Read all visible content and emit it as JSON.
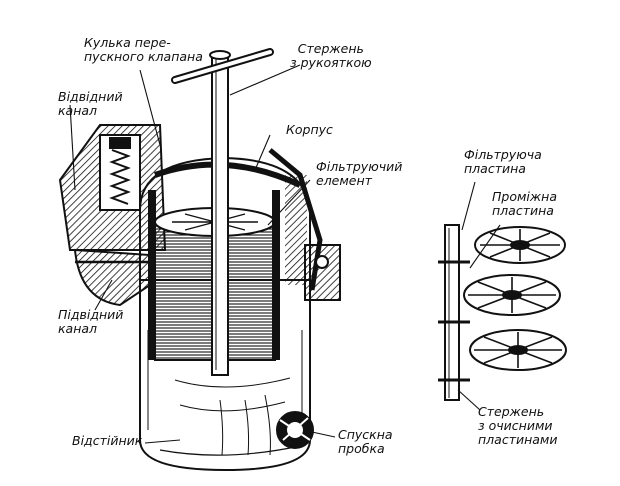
{
  "labels": {
    "ball_valve": [
      "Кулька пере-",
      "пускного клапана"
    ],
    "rod_handle": [
      "Стержень",
      "з рукояткою"
    ],
    "outlet": [
      "Відвідний",
      "канал"
    ],
    "housing": [
      "Корпус"
    ],
    "filter_element": [
      "Фільтруючий",
      "елемент"
    ],
    "inlet": [
      "Підвідний",
      "канал"
    ],
    "sump": [
      "Відстійник"
    ],
    "drain_plug": [
      "Спускна",
      "пробка"
    ],
    "filter_plate": [
      "Фільтруюча",
      "пластина"
    ],
    "spacer_plate": [
      "Проміжна",
      "пластина"
    ],
    "rod_plates": [
      "Стержень",
      "з очисними",
      "пластинами"
    ]
  },
  "colors": {
    "ink": "#111111",
    "paper": "#ffffff"
  }
}
